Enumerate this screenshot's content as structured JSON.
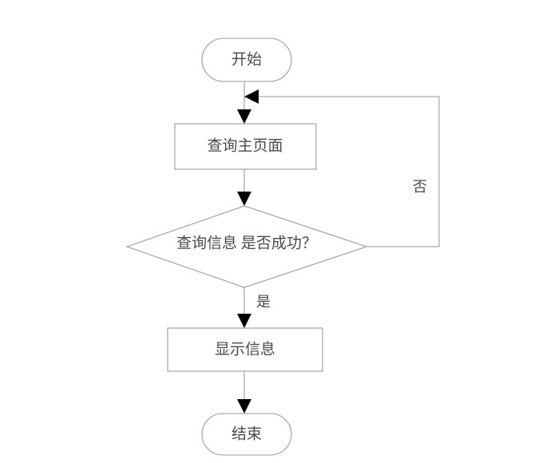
{
  "diagram": {
    "type": "flowchart",
    "orientation": "top-to-bottom",
    "background_color": "#ffffff",
    "shape_stroke_color": "#9a9a9a",
    "text_color": "#4a4a4a",
    "arrow_color": "#000000",
    "nodes": [
      {
        "id": "start",
        "shape": "terminator",
        "label": "开始"
      },
      {
        "id": "query",
        "shape": "process",
        "label": "查询主页面"
      },
      {
        "id": "decision",
        "shape": "decision",
        "label": "查询信息 是否成功？"
      },
      {
        "id": "display",
        "shape": "process",
        "label": "显示信息"
      },
      {
        "id": "end",
        "shape": "terminator",
        "label": "结束"
      }
    ],
    "edges": [
      {
        "id": "e-start-query",
        "from": "start",
        "to": "query",
        "label": ""
      },
      {
        "id": "e-query-decision",
        "from": "query",
        "to": "decision",
        "label": ""
      },
      {
        "id": "e-decision-yes",
        "from": "decision",
        "to": "display",
        "label": "是"
      },
      {
        "id": "e-decision-no",
        "from": "decision",
        "to": "query",
        "label": "否"
      },
      {
        "id": "e-display-end",
        "from": "display",
        "to": "end",
        "label": ""
      }
    ]
  }
}
